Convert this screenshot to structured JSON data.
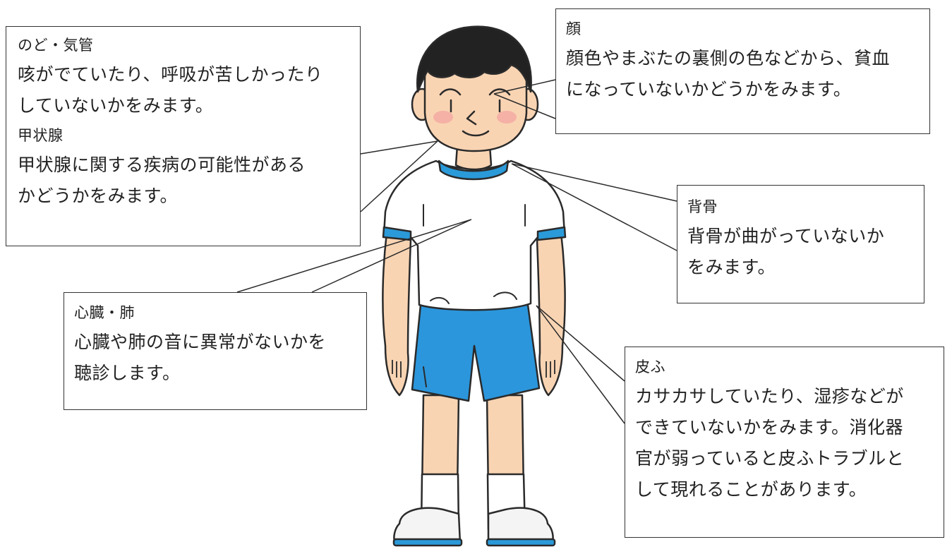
{
  "colors": {
    "skin": "#f9d4b3",
    "shirt": "#ffffff",
    "shirt_trim": "#2a9ad9",
    "shorts": "#2b96dc",
    "hair": "#222222",
    "outline": "#2a2a2a",
    "shoes": "#f4f4f4"
  },
  "figure": {
    "name": "boy-in-gym-uniform"
  },
  "callouts": {
    "throat": {
      "title": "のど・気管",
      "line1": "咳がでていたり、呼吸が苦しかったり",
      "line2": "していないかをみます。",
      "title2": "甲状腺",
      "line3": "甲状腺に関する疾病の可能性がある",
      "line4": "かどうかをみます。"
    },
    "face": {
      "title": "顔",
      "line1": "顔色やまぶたの裏側の色などから、貧血",
      "line2": "になっていないかどうかをみます。"
    },
    "spine": {
      "title": "背骨",
      "line1": "背骨が曲がっていないか",
      "line2": "をみます。"
    },
    "heart": {
      "title": "心臓・肺",
      "line1": "心臓や肺の音に異常がないかを",
      "line2": "聴診します。"
    },
    "skin": {
      "title": "皮ふ",
      "line1": "カサカサしていたり、湿疹などが",
      "line2": "できていないかをみます。消化器",
      "line3": "官が弱っていると皮ふトラブルと",
      "line4": "して現れることがあります。"
    }
  }
}
